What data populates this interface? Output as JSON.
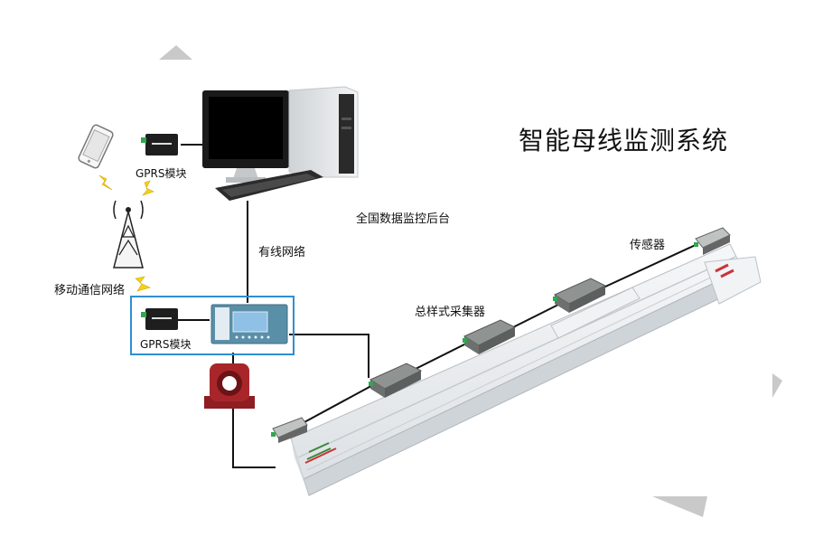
{
  "title": "智能母线监测系统",
  "labels": {
    "backend": "全国数据监控后台",
    "wired_network": "有线网络",
    "mobile_network": "移动通信网络",
    "gprs_top": "GPRS模块",
    "gprs_bottom": "GPRS模块",
    "collector": "总样式采集器",
    "sensor": "传感器"
  },
  "colors": {
    "accent_box": "#2f8fd0",
    "lightning": "#f2d21b",
    "transformer": "#a8262a",
    "busbar": "#e9ecef",
    "screen": "#8fc0e6",
    "device": "#7e8483"
  }
}
